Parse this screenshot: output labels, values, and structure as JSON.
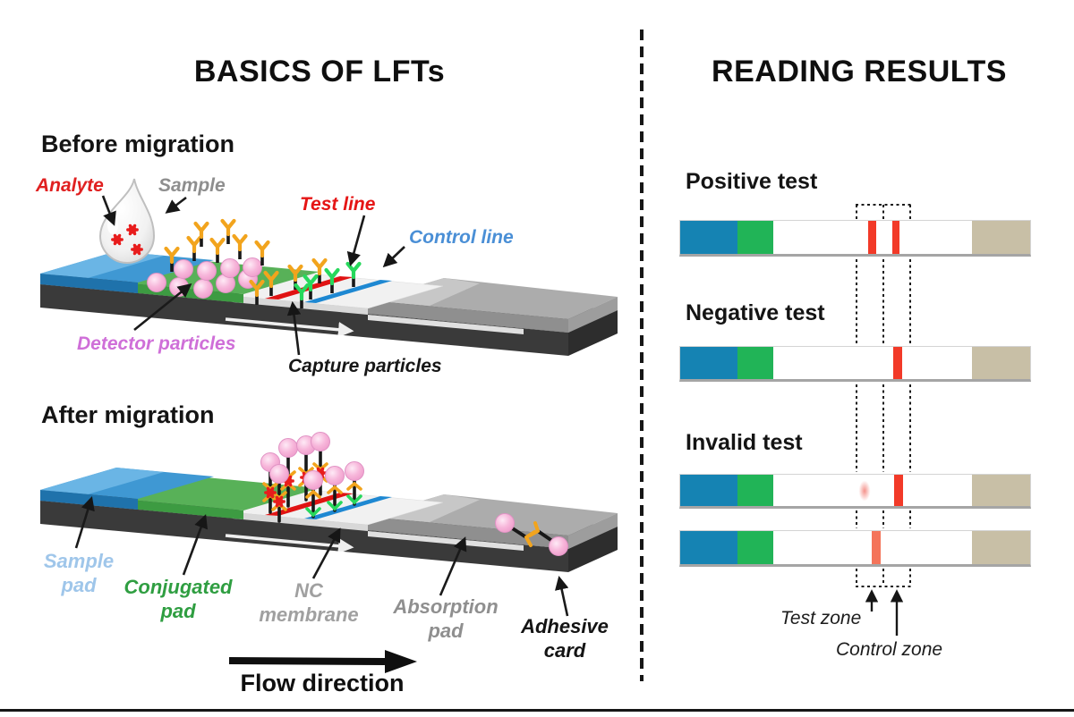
{
  "left_panel": {
    "title": "BASICS OF LFTs",
    "before": {
      "heading": "Before migration",
      "labels": {
        "analyte": "Analyte",
        "sample": "Sample",
        "test_line": "Test line",
        "control_line": "Control line",
        "detector_particles": "Detector particles",
        "capture_particles": "Capture particles"
      }
    },
    "after": {
      "heading": "After migration",
      "labels": {
        "sample_pad": [
          "Sample",
          "pad"
        ],
        "conjugated_pad": [
          "Conjugated",
          "pad"
        ],
        "nc_membrane": [
          "NC",
          "membrane"
        ],
        "absorption_pad": [
          "Absorption",
          "pad"
        ],
        "adhesive_card": [
          "Adhesive",
          "card"
        ]
      }
    },
    "flow_direction": "Flow direction"
  },
  "right_panel": {
    "title": "READING RESULTS",
    "positive_heading": "Positive test",
    "negative_heading": "Negative test",
    "invalid_heading": "Invalid test",
    "test_zone": "Test zone",
    "control_zone": "Control zone"
  },
  "colors": {
    "strip_blue": "#1583b3",
    "strip_green": "#21b457",
    "strip_tan": "#c8bfa6",
    "result_line_red": "#f23a28",
    "result_line_faint": "#f4745a",
    "pad_blue_top": "#3f98d3",
    "pad_green_top": "#58b158",
    "membrane_white": "#f1f1f1",
    "absorb_gray": "#acacac",
    "card_dark": "#3a3a3a",
    "test_line_red": "#e01313",
    "control_line_blue": "#1e88d2",
    "antibody_yellow": "#f2a41d",
    "antibody_green": "#27d85c",
    "particle_pink": "#f7b6da",
    "analyte_red": "#e81c1c",
    "label_analyte": "#e02020",
    "label_sample": "#8e8e8e",
    "label_test_line": "#e51515",
    "label_control_line": "#4a8fd6",
    "label_detector": "#cf6fd8",
    "label_sample_pad": "#9fc6ea",
    "label_conjugated": "#2f9e41",
    "label_nc": "#a0a0a0",
    "label_absorption": "#8f8f8f"
  }
}
